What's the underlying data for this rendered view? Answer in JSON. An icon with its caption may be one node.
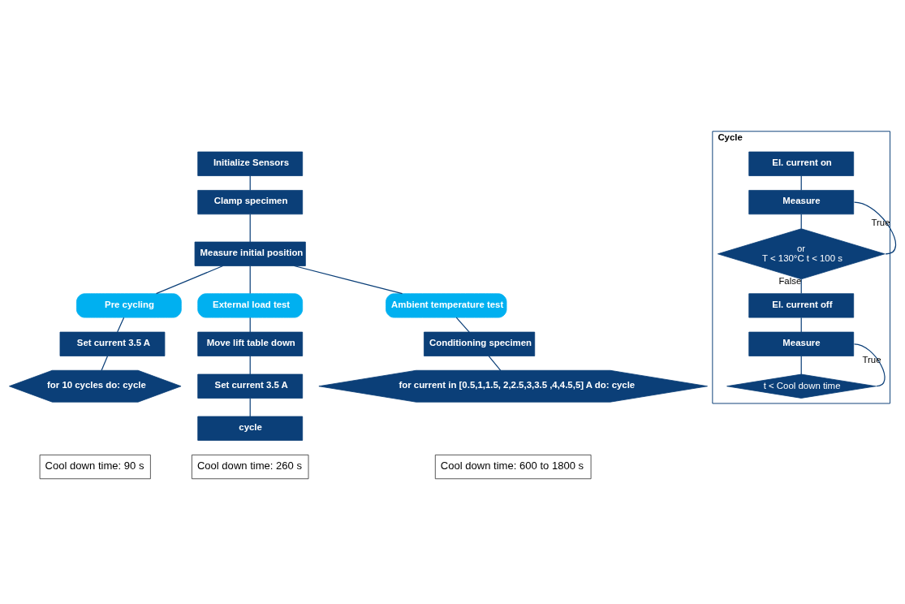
{
  "diagram": {
    "nodes": [
      {
        "text": [
          "Initialize Sensors"
        ]
      },
      {
        "text": [
          "Clamp specimen"
        ]
      },
      {
        "text": [
          "Measure initial position"
        ]
      },
      {
        "text": [
          "Pre cycling"
        ]
      },
      {
        "text": [
          "Set current 3.5 A"
        ]
      },
      {
        "text": [
          "for 10 cycles do: cycle"
        ]
      },
      {
        "text": [
          "External load test"
        ]
      },
      {
        "text": [
          "Move lift table down"
        ]
      },
      {
        "text": [
          "Set current 3.5 A"
        ]
      },
      {
        "text": [
          "cycle"
        ]
      },
      {
        "text": [
          "Ambient temperature test"
        ]
      },
      {
        "text": [
          "Conditioning specimen"
        ]
      },
      {
        "text": [
          "for current in [0.5,1,1.5, 2,2.5,3,3.5 ,4,4.5,5] A do: cycle"
        ]
      },
      {
        "text": [
          "Cool down time: 90 s"
        ]
      },
      {
        "text": [
          "Cool down time: 260 s"
        ]
      },
      {
        "text": [
          "Cool down time: 600 to 1800 s"
        ]
      },
      {
        "text": [
          "Cycle"
        ]
      },
      {
        "text": [
          "El. current on"
        ],
        "in": 16
      },
      {
        "text": [
          "Measure"
        ],
        "in": 16
      },
      {
        "text": [
          "or",
          "T < 130°C t < 100 s"
        ],
        "in": 16
      },
      {
        "text": [
          "El. current off"
        ],
        "in": 16
      },
      {
        "text": [
          "Measure"
        ],
        "in": 16
      },
      {
        "text": [
          "t < Cool down time"
        ],
        "in": 16
      }
    ],
    "edges": [
      {
        "from": 0,
        "to": 1,
        "arrow": "none"
      },
      {
        "from": 1,
        "to": 2,
        "arrow": "none"
      },
      {
        "from": 2,
        "to": 3,
        "arrow": "none"
      },
      {
        "from": 2,
        "to": 6,
        "arrow": "none"
      },
      {
        "from": 2,
        "to": 10,
        "arrow": "none"
      },
      {
        "from": 3,
        "to": 4,
        "arrow": "none"
      },
      {
        "from": 4,
        "to": 5,
        "arrow": "none"
      },
      {
        "from": 6,
        "to": 7,
        "arrow": "none"
      },
      {
        "from": 7,
        "to": 8,
        "arrow": "none"
      },
      {
        "from": 8,
        "to": 9,
        "arrow": "none"
      },
      {
        "from": 10,
        "to": 11,
        "arrow": "none"
      },
      {
        "from": 11,
        "to": 12,
        "arrow": "none"
      },
      {
        "from": 17,
        "to": 18,
        "arrow": "none"
      },
      {
        "from": 18,
        "to": 19,
        "arrow": "none"
      },
      {
        "from": 19,
        "to": 20,
        "label": "False",
        "arrow": "none"
      },
      {
        "from": 20,
        "to": 21,
        "arrow": "none"
      },
      {
        "from": 21,
        "to": 22,
        "arrow": "none"
      },
      {
        "from": 19,
        "to": 18,
        "label": "True",
        "arrow": "none"
      },
      {
        "from": 22,
        "to": 21,
        "label": "True",
        "arrow": "none"
      }
    ]
  }
}
